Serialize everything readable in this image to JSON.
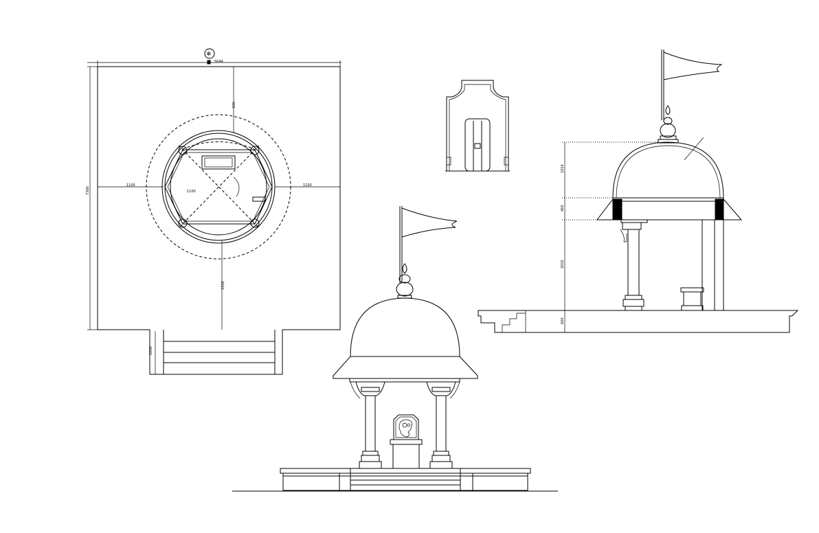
{
  "plan": {
    "north_symbol": "✻",
    "dims": {
      "top_width": "5044",
      "front_depth": "920",
      "left_offset": "1100",
      "right_offset": "1100",
      "inner_radius": "1100",
      "overall_depth": "7300",
      "lower_depth": "1200",
      "step_depth": "1200"
    }
  },
  "side_elevation": {
    "dims": {
      "dome_height": "1014",
      "chhajja_height": "460",
      "column_height": "2020",
      "plinth_height": "600"
    }
  },
  "icons": [
    "north-arrow-icon",
    "flag-icon",
    "kalash-finial-icon",
    "ganesha-idol-icon"
  ]
}
